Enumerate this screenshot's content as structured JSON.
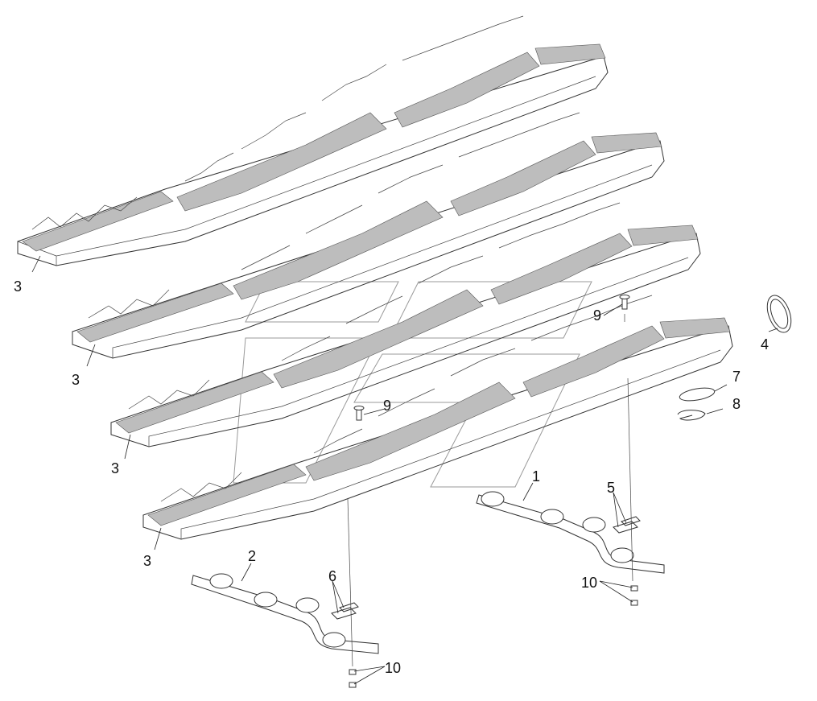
{
  "callouts": [
    {
      "id": "c3a",
      "text": "3"
    },
    {
      "id": "c3b",
      "text": "3"
    },
    {
      "id": "c3c",
      "text": "3"
    },
    {
      "id": "c3d",
      "text": "3"
    },
    {
      "id": "c4",
      "text": "4"
    },
    {
      "id": "c7",
      "text": "7"
    },
    {
      "id": "c8",
      "text": "8"
    },
    {
      "id": "c9a",
      "text": "9"
    },
    {
      "id": "c9b",
      "text": "9"
    },
    {
      "id": "c1",
      "text": "1"
    },
    {
      "id": "c5",
      "text": "5"
    },
    {
      "id": "c10a",
      "text": "10"
    },
    {
      "id": "c2",
      "text": "2"
    },
    {
      "id": "c6",
      "text": "6"
    },
    {
      "id": "c10b",
      "text": "10"
    }
  ],
  "colors": {
    "line": "#333333",
    "grate_fill": "#bdbdbd",
    "watermark": "#9a9a9a",
    "background": "#ffffff"
  }
}
